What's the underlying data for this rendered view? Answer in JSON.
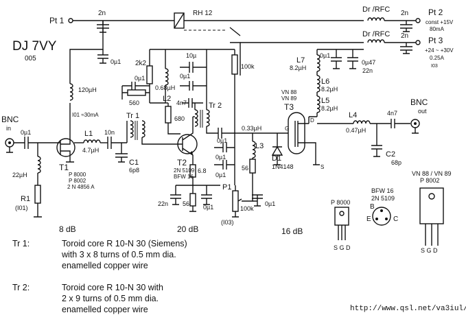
{
  "title": "DJ 7VY",
  "subtitle": "005",
  "ports": {
    "pt1": "Pt 1",
    "pt2": "Pt 2",
    "pt2_line1": "const +15V",
    "pt2_line2": "80mA",
    "pt3": "Pt 3",
    "pt3_line1": "+24 ~ +30V",
    "pt3_line2": "0.25A",
    "pt3_line3": "I03",
    "bnc_in": "BNC",
    "bnc_in_sub": "in",
    "bnc_out": "BNC",
    "bnc_out_sub": "out"
  },
  "components": {
    "rh12": "RH 12",
    "c_2n_top": "2n",
    "dr_rfc_1": "Dr /RFC",
    "c_2n_pt2": "2n",
    "dr_rfc_2": "Dr /RFC",
    "c_2n_pt3": "2n",
    "c_0u1_t1": "0µ1",
    "l_120": "120µH",
    "i01": "I01 ≈30mA",
    "c_0u1_in": "0µ1",
    "l1": "L1",
    "l1_val": "4.7µH",
    "t1": "T1",
    "t1_p1": "P 8000",
    "t1_p2": "P 8002",
    "t1_p3": "2 N 4856 A",
    "l_22": "22µH",
    "r1": "R1",
    "r1_sub": "(I01)",
    "c_10n": "10n",
    "c1": "C1",
    "c1_val": "6p8",
    "tr1": "Tr 1",
    "r_2k2": "2k2",
    "r_560": "560",
    "c_0u1_a": "0µ1",
    "c_068": "0.68µH",
    "l2": "L2",
    "r_680": "680",
    "c_4n7_mid": "4n7",
    "t2": "T2",
    "t2_p1": "2N 5109",
    "t2_p2": "BFW 16",
    "r_68": "6.8",
    "c_22n": "22n",
    "r_56a": "56",
    "c_0u1_b": "0µ1",
    "c_10u": "10µ",
    "c_0u1_c": "0µ1",
    "c_0u1_d": "0µ1",
    "tr2": "Tr 2",
    "c_0u1_e": "0µ1",
    "c_0u1_f": "0µ1",
    "r_100k_top": "100k",
    "l_033": "0.33µH",
    "l3": "L3",
    "r_56b": "56",
    "p1": "P1",
    "p1_val": "100k",
    "p1_sub": "(I03)",
    "c_0u1_g": "0µ1",
    "d1": "D1",
    "d1_val": "1N4148",
    "t3": "T3",
    "t3_p1": "VN 88",
    "t3_p2": "VN 89",
    "l7": "L7",
    "l7_val": "8.2µH",
    "l6": "L6",
    "l6_val": "8.2µH",
    "l5": "L5",
    "l5_val": "8.2µH",
    "c_0u1_h": "0µ1",
    "c_0u47": "0µ47",
    "c_22n_b": "22n",
    "l4": "L4",
    "l4_val": "0.47µH",
    "c_4n7_out": "4n7",
    "c2": "C2",
    "c2_val": "68p",
    "pin_s": "S",
    "pin_d": "D",
    "pin_g": "G"
  },
  "stages": {
    "gain1": "8 dB",
    "gain2": "20 dB",
    "gain3": "16 dB"
  },
  "packages": {
    "pkg1_name": "P 8000",
    "pkg1_pins": "S G D",
    "pkg2_name1": "BFW 16",
    "pkg2_name2": "2N 5109",
    "pkg2_b": "B",
    "pkg2_e": "E",
    "pkg2_c": "C",
    "pkg3_name1": "VN 88 / VN 89",
    "pkg3_name2": "P 8002",
    "pkg3_pins": "S G D"
  },
  "notes": [
    {
      "label": "Tr 1:",
      "line1": "Toroid core R 10-N 30 (Siemens)",
      "line2": "with 3 x 8 turns of 0.5 mm dia.",
      "line3": "enamelled copper wire"
    },
    {
      "label": "Tr 2:",
      "line1": "Toroid core R 10-N 30 with",
      "line2": "2 x 9 turns of 0.5 mm dia.",
      "line3": "enamelled copper wire"
    }
  ],
  "url": "http://www.qsl.net/va3iul/"
}
